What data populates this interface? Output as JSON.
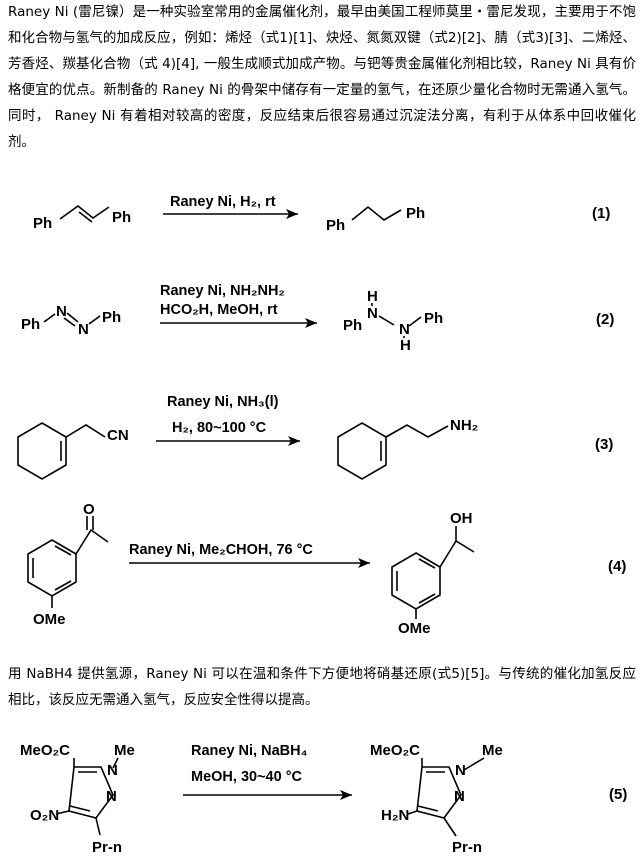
{
  "intro_paragraph": "Raney Ni (雷尼镍）是一种实验室常用的金属催化剂，最早由美国工程师莫里・雷尼发现，主要用于不饱和化合物与氢气的加成反应，例如：烯烃（式1)[1]、炔烃、氮氮双键（式2)[2]、腈（式3)[3]、二烯烃、芳香烃、羰基化合物（式 4)[4], 一般生成顺式加成产物。与钯等贵金属催化剂相比较，Raney Ni 具有价格便宜的优点。新制备的 Raney Ni 的骨架中储存有一定量的氢气，在还原少量化合物时无需通入氢气。同时， Raney Ni 有着相对较高的密度，反应结束后很容易通过沉淀法分离，有利于从体系中回收催化剂。",
  "second_paragraph": "用 NaBH4 提供氢源，Raney Ni 可以在温和条件下方便地将硝基还原(式5)[5]。与传统的催化加氢反应相比，该反应无需通入氢气，反应安全性得以提高。",
  "reactions": [
    {
      "number": "(1)",
      "conditions": [
        "Raney Ni, H₂, rt"
      ],
      "reactant_labels": [
        "Ph",
        "Ph"
      ],
      "product_labels": [
        "Ph",
        "Ph"
      ]
    },
    {
      "number": "(2)",
      "conditions": [
        "Raney Ni, NH₂NH₂",
        "HCO₂H, MeOH, rt"
      ],
      "reactant_labels": [
        "Ph",
        "N",
        "N",
        "Ph"
      ],
      "product_labels": [
        "H",
        "N",
        "N",
        "H",
        "Ph",
        "Ph"
      ]
    },
    {
      "number": "(3)",
      "conditions": [
        "Raney Ni, NH₃(l)",
        "H₂, 80~100 °C"
      ],
      "reactant_labels": [
        "CN"
      ],
      "product_labels": [
        "NH₂"
      ]
    },
    {
      "number": "(4)",
      "conditions": [
        "Raney Ni, Me₂CHOH, 76 °C"
      ],
      "reactant_labels": [
        "O",
        "OMe"
      ],
      "product_labels": [
        "OH",
        "OMe"
      ]
    },
    {
      "number": "(5)",
      "conditions": [
        "Raney Ni, NaBH₄",
        "MeOH, 30~40 °C"
      ],
      "reactant_labels": [
        "MeO₂C",
        "Me",
        "N",
        "N",
        "O₂N",
        "Pr-n"
      ],
      "product_labels": [
        "MeO₂C",
        "Me",
        "N",
        "N",
        "H₂N",
        "Pr-n"
      ]
    }
  ]
}
